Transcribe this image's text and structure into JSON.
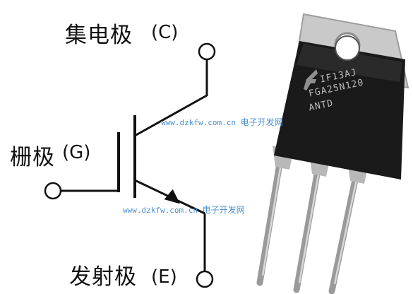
{
  "labels": {
    "collector": {
      "name": "集电极",
      "symbol": "(C)"
    },
    "gate": {
      "name": "栅极",
      "symbol": "(G)"
    },
    "emitter": {
      "name": "发射极",
      "symbol": "(E)"
    }
  },
  "watermarks": [
    {
      "url": "www.dzkfw.com.cn",
      "cn": "电子开发网"
    },
    {
      "url": "www.dzkfw.com.cn",
      "cn": "电子开发网"
    }
  ],
  "chip_marking": {
    "line1": "IF13AJ",
    "line2": "FGA25N120",
    "line3": "ANTD"
  },
  "colors": {
    "watermark": "#4a8fcf",
    "lines": "#111111",
    "package": "#1a1a1a"
  }
}
